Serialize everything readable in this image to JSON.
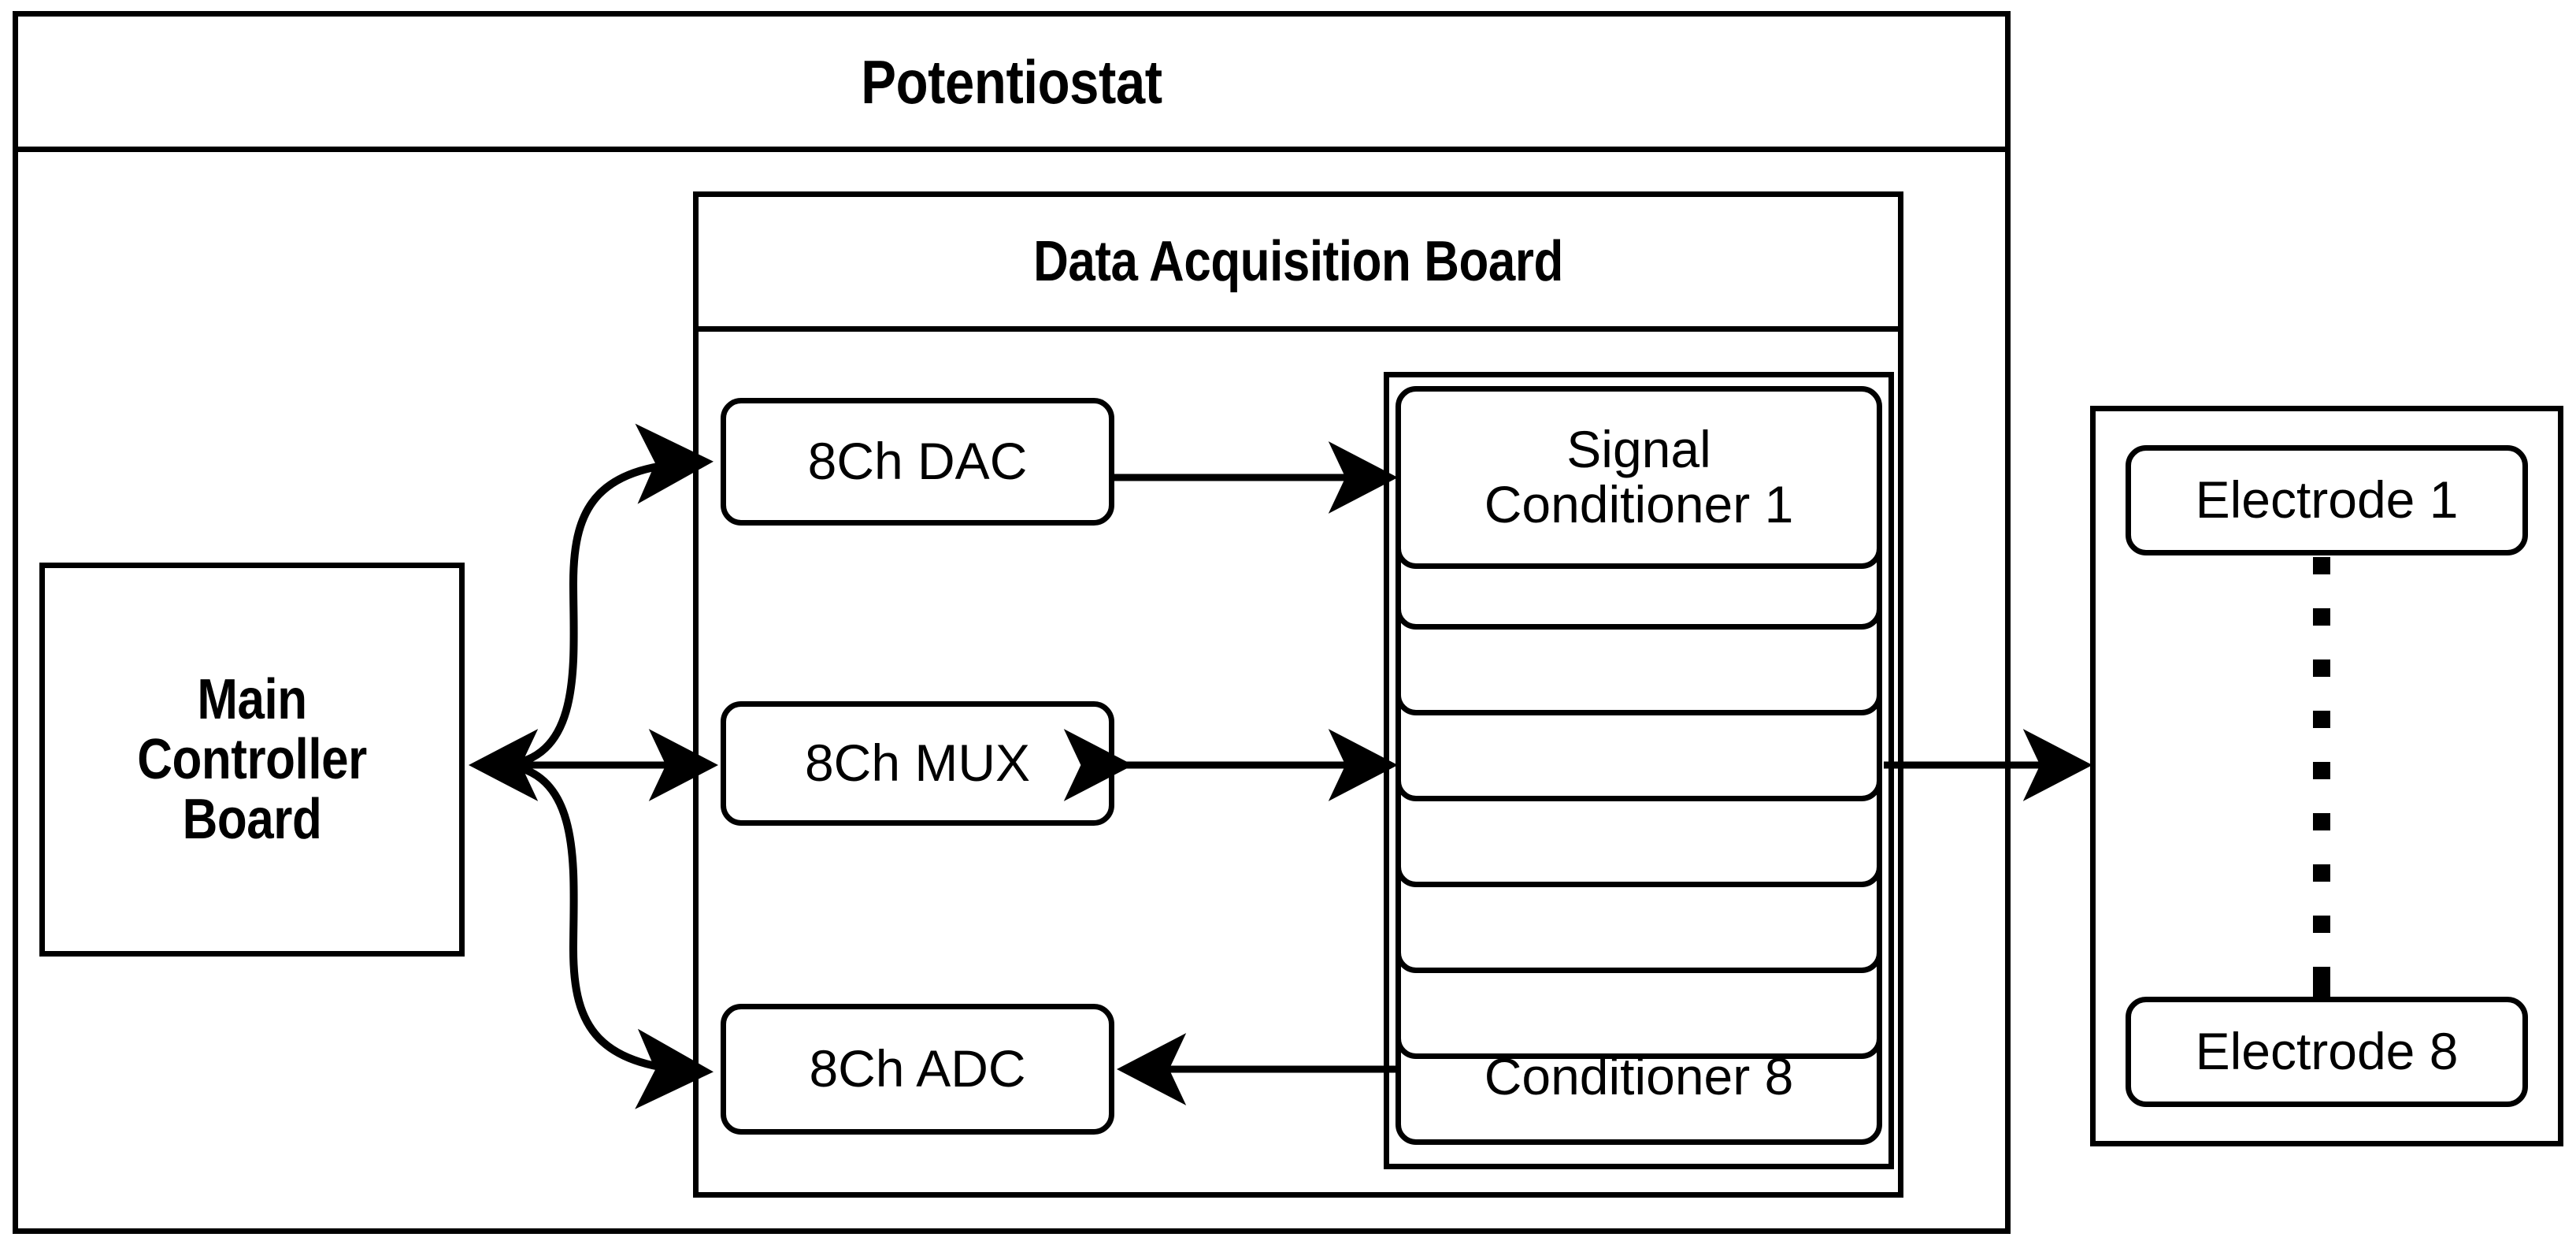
{
  "diagram": {
    "type": "block-diagram",
    "title": "Potentiostat system block diagram",
    "background_color": "#ffffff",
    "line_color": "#000000"
  },
  "potentiostat": {
    "title": "Potentiostat"
  },
  "main_controller": {
    "label": "Main\nController\nBoard"
  },
  "daq_board": {
    "title": "Data Acquisition Board",
    "converters": [
      {
        "label": "8Ch DAC"
      },
      {
        "label": "8Ch MUX"
      },
      {
        "label": "8Ch ADC"
      }
    ]
  },
  "signal_conditioners": {
    "count": 8,
    "top_label": "Signal\nConditioner 1",
    "bottom_label": "Conditioner 8",
    "middle_labels": [
      "",
      "",
      "",
      "",
      "",
      ""
    ]
  },
  "electrodes": {
    "first": "Electrode 1",
    "last": "Electrode 8",
    "ellipsis_dots": 10
  },
  "connections": [
    {
      "from": "main-controller-board",
      "to": "bus-junction",
      "arrow": "single-left"
    },
    {
      "from": "bus-junction",
      "to": "8ch-dac",
      "arrow": "single-right",
      "shape": "curve-up"
    },
    {
      "from": "bus-junction",
      "to": "8ch-mux",
      "arrow": "single-right",
      "shape": "straight"
    },
    {
      "from": "bus-junction",
      "to": "8ch-adc",
      "arrow": "single-right",
      "shape": "curve-down"
    },
    {
      "from": "8ch-dac",
      "to": "signal-conditioner-stack",
      "arrow": "single-right"
    },
    {
      "from": "8ch-mux",
      "to": "signal-conditioner-stack",
      "arrow": "double"
    },
    {
      "from": "signal-conditioner-stack",
      "to": "8ch-adc",
      "arrow": "single-left"
    },
    {
      "from": "signal-conditioner-stack",
      "to": "electrode-array",
      "arrow": "single-right"
    }
  ]
}
